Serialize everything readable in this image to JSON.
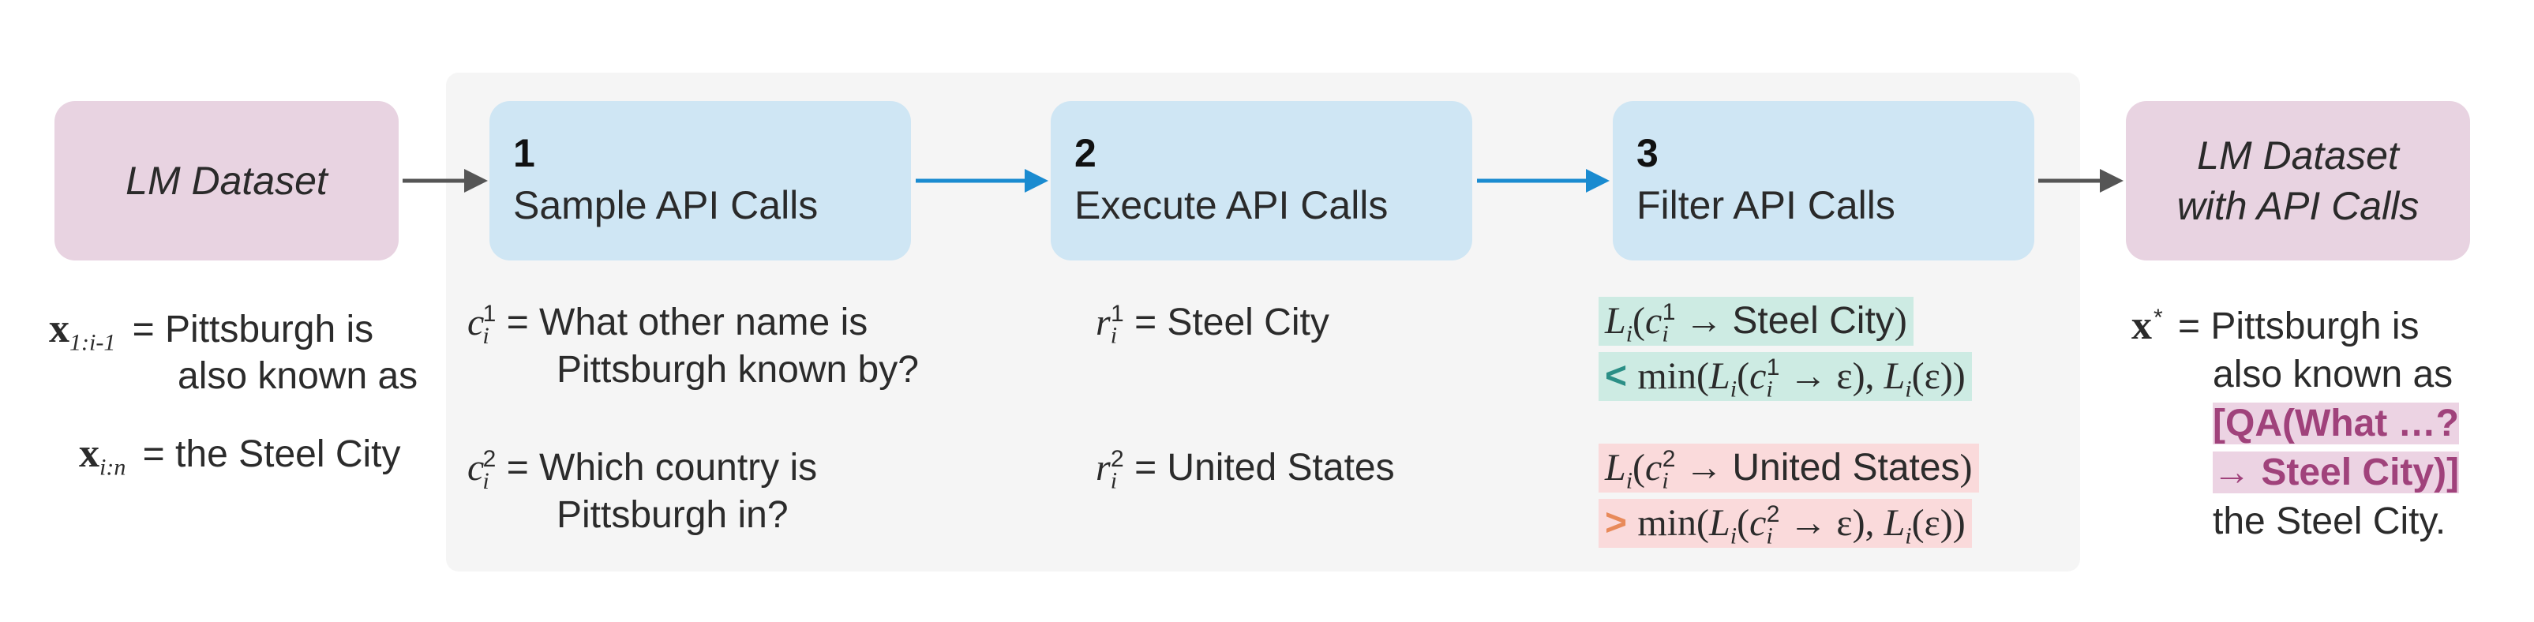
{
  "boxes": {
    "lm_dataset": "LM Dataset",
    "lm_dataset_api_line1": "LM Dataset",
    "lm_dataset_api_line2": "with API Calls"
  },
  "steps": [
    {
      "number": "1",
      "title": "Sample API Calls"
    },
    {
      "number": "2",
      "title": "Execute API Calls"
    },
    {
      "number": "3",
      "title": "Filter API Calls"
    }
  ],
  "input": {
    "x_prefix_sub": "1:i-1",
    "x_prefix_text_line1": "= Pittsburgh is",
    "x_prefix_text_line2": "also known as",
    "x_suffix_sub": "i:n",
    "x_suffix_text": "= the Steel City"
  },
  "sample": {
    "c1_line1": "= What other name is",
    "c1_line2": "Pittsburgh known by?",
    "c2_line1": "= Which country is",
    "c2_line2": "Pittsburgh in?"
  },
  "execute": {
    "r1": "= Steel City",
    "r2": "= United States"
  },
  "filter": {
    "f1_answer": "Steel City",
    "f1_cmp": "<",
    "f2_answer": "United States",
    "f2_cmp": ">"
  },
  "output": {
    "line1": "= Pittsburgh is",
    "line2": "also known as",
    "api_line1": "[QA(What …?",
    "api_line2": "→ Steel City)]",
    "line3": "the Steel City."
  },
  "colors": {
    "pink_box": "#e8d3e1",
    "blue_box": "#cfe6f4",
    "panel": "#f5f5f5",
    "arrow_blue": "#1a8bd0",
    "arrow_gray": "#555555",
    "teal_highlight": "#cdebe3",
    "red_highlight": "#fadadb",
    "api_text": "#a0427b"
  }
}
